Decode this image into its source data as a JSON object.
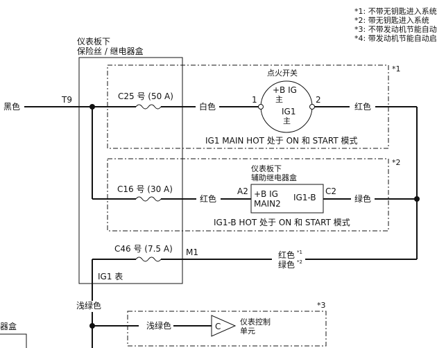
{
  "notes": [
    "*1: 不带无钥匙进入系统",
    "*2: 带无钥匙进入系统",
    "*3: 不带发动机节能自动",
    "*4: 带发动机节能自动启"
  ],
  "fuse_box": {
    "title_line1": "仪表板下",
    "title_line2": "保险丝 / 继电器盒",
    "connector": "T9",
    "bottom_label": "IG1 表"
  },
  "fuses": [
    {
      "label": "C25 号 (50 A)"
    },
    {
      "label": "C16 号 (30 A)"
    },
    {
      "label": "C46 号 (7.5 A)"
    }
  ],
  "wires": {
    "black": "黑色",
    "white": "白色",
    "red_switch_out": "红色",
    "red_relay_in": "红色",
    "green_relay_out": "绿色",
    "red_m1": "红色",
    "green_m1": "绿色",
    "light_green_vertical": "浅绿色",
    "light_green_bottom": "浅绿色",
    "m1_connector": "M1",
    "sup1": "*1",
    "sup2": "*2"
  },
  "ignition_switch": {
    "name": "点火开关",
    "top_text": "+B IG",
    "top_sub": "主",
    "bottom_text": "IG1",
    "bottom_sub": "主",
    "pin_left": "1",
    "pin_right": "2",
    "note_marker": "*1",
    "mode_text": "IG1 MAIN HOT 处于 ON 和 START 模式"
  },
  "aux_relay": {
    "name_line1": "仪表板下",
    "name_line2": "辅助继电器盒",
    "left_text_line1": "+B IG",
    "left_text_line2": "MAIN2",
    "right_text": "IG1-B",
    "pin_left": "A2",
    "pin_right": "C2",
    "note_marker": "*2",
    "mode_text": "IG1-B HOT 处于 ON 和 START 模式"
  },
  "meter_unit": {
    "symbol": "C",
    "name_line1": "仪表控制",
    "name_line2": "单元",
    "note_marker": "*3"
  },
  "left_fragment": "器盒"
}
